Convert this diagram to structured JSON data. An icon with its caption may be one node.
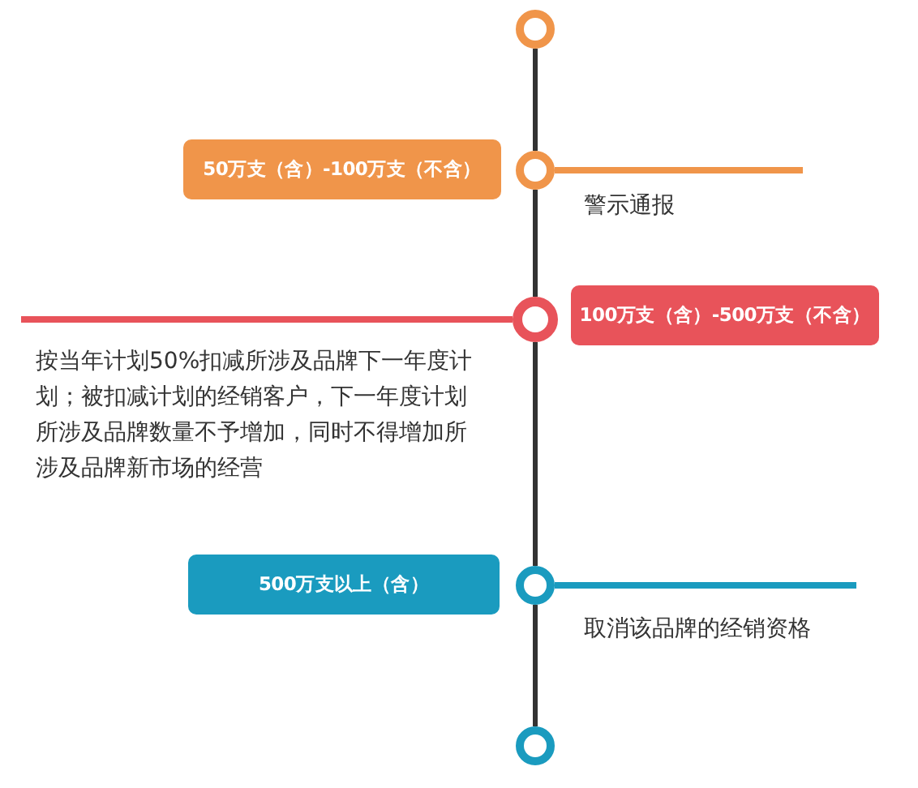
{
  "diagram": {
    "nodes": [
      {
        "text": [],
        "shape": "circle"
      },
      {
        "text": [
          "50万支（含）-100万支（不含）"
        ]
      },
      {
        "text": [],
        "shape": "circle",
        "beside": [
          "警示通报"
        ]
      },
      {
        "text": [],
        "shape": "circle",
        "beside": [
          "按当年计划50%扣减所涉及品牌下一年度计划；被扣减计划的经销客户，下一年度计划所涉及品牌数量不予增加，同时不得增加所涉及品牌新市场的经营"
        ]
      },
      {
        "text": [
          "100万支（含）-500万支（不含）"
        ]
      },
      {
        "text": [
          "500万支以上（含）"
        ]
      },
      {
        "text": [],
        "shape": "circle",
        "beside": [
          "取消该品牌的经销资格"
        ]
      },
      {
        "text": [],
        "shape": "circle"
      }
    ],
    "edges": [
      {
        "from": 0,
        "to": 2,
        "arrow": "none"
      },
      {
        "from": 2,
        "to": 3,
        "arrow": "none"
      },
      {
        "from": 3,
        "to": 6,
        "arrow": "none"
      },
      {
        "from": 6,
        "to": 7,
        "arrow": "none"
      },
      {
        "from": 2,
        "to": null,
        "arrow": "none",
        "color": "#f0954a"
      },
      {
        "from": 3,
        "to": null,
        "arrow": "none",
        "color": "#e8535a"
      },
      {
        "from": 6,
        "to": null,
        "arrow": "none",
        "color": "#1a9bbf"
      }
    ]
  }
}
